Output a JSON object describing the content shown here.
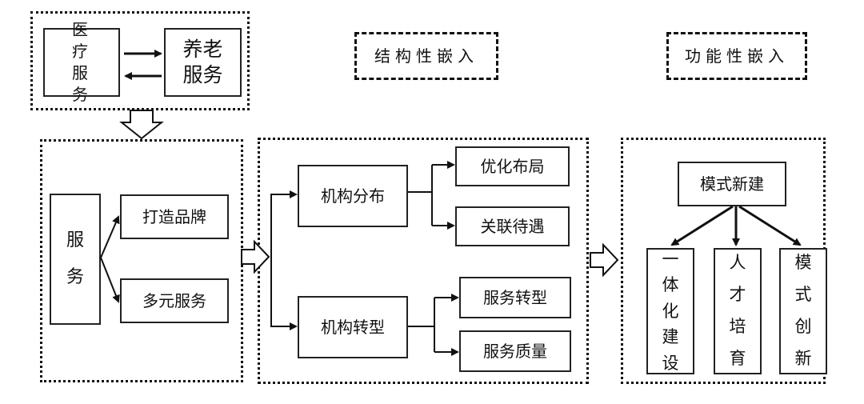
{
  "headers": {
    "structural": "结构性嵌入",
    "functional": "功能性嵌入"
  },
  "top": {
    "medical": "医疗服务",
    "elderly": "养老服务"
  },
  "service_group": {
    "root": "服务",
    "branches": [
      "打造品牌",
      "多元服务"
    ]
  },
  "structural_group": {
    "distribution": {
      "label": "机构分布",
      "children": [
        "优化布局",
        "关联待遇"
      ]
    },
    "transformation": {
      "label": "机构转型",
      "children": [
        "服务转型",
        "服务质量"
      ]
    }
  },
  "functional_group": {
    "root": "模式新建",
    "children": [
      "一体化建设",
      "人才培育",
      "模式创新"
    ]
  }
}
